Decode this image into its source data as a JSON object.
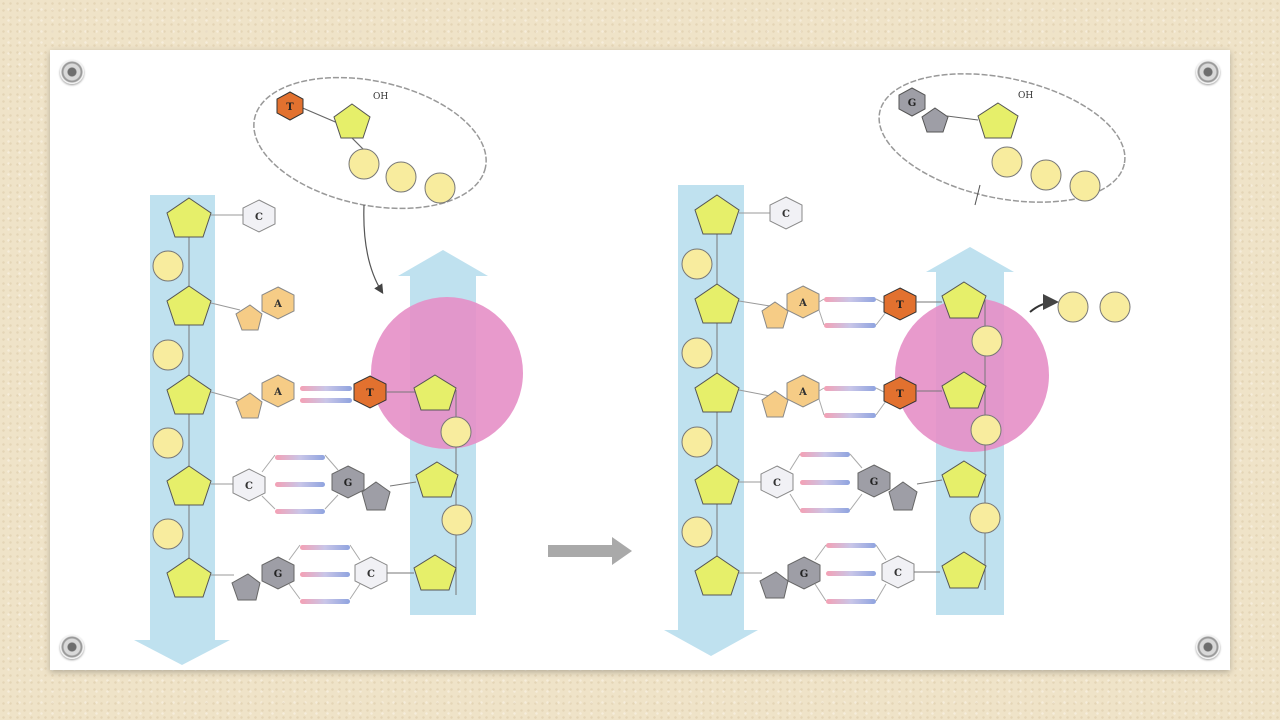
{
  "colors": {
    "card": "#ffffff",
    "backbone": "#bfe1ef",
    "sugar": "#e6ef6a",
    "phosphate": "#f8ec9e",
    "enzyme": "#e58fc6",
    "thymine": "#e2712f",
    "adenine": "#f6cc86",
    "guanine": "#9e9ea6",
    "cytosine": "#f1f1f5",
    "arrow": "#a9a9a9"
  },
  "panels": [
    {
      "nucleotide_base": "T",
      "nucleotide_oh": "OH",
      "template_bases": [
        "C",
        "A",
        "A",
        "C",
        "G"
      ],
      "paired_bases": [
        "T",
        "G",
        "C"
      ]
    },
    {
      "nucleotide_base": "G",
      "nucleotide_oh": "OH",
      "template_bases": [
        "C",
        "A",
        "A",
        "C",
        "G"
      ],
      "paired_bases": [
        "T",
        "T",
        "G",
        "C"
      ]
    }
  ]
}
